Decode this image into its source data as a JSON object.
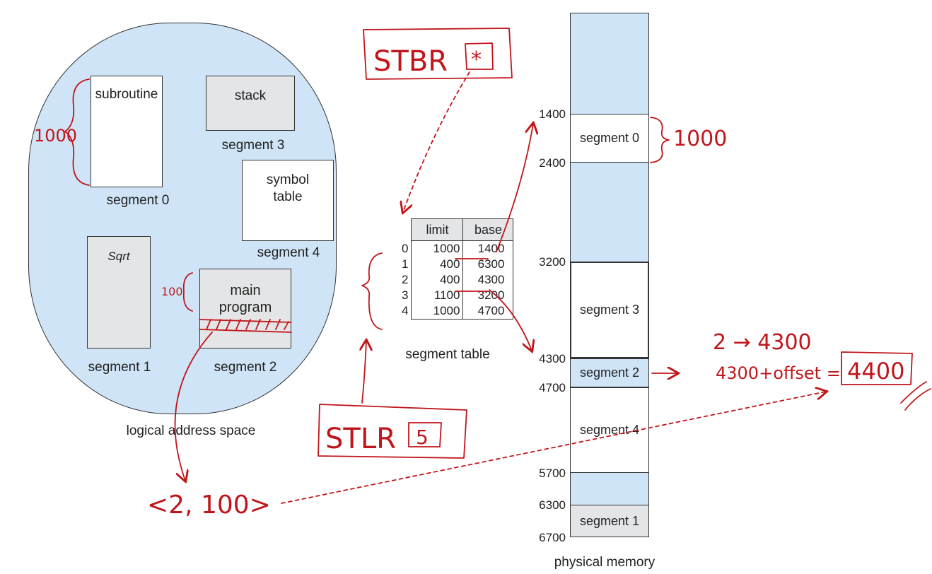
{
  "logical": {
    "caption": "logical address space",
    "segments": {
      "subroutine": {
        "name": "subroutine",
        "caption": "segment 0"
      },
      "stack": {
        "name": "stack",
        "caption": "segment 3"
      },
      "symbol_table": {
        "name": "symbol\ntable",
        "caption": "segment 4"
      },
      "sqrt": {
        "name": "Sqrt",
        "caption": "segment 1"
      },
      "main": {
        "name": "main\nprogram",
        "caption": "segment 2"
      }
    }
  },
  "segment_table": {
    "caption": "segment table",
    "headers": [
      "limit",
      "base"
    ],
    "rows": [
      {
        "index": "0",
        "limit": "1000",
        "base": "1400"
      },
      {
        "index": "1",
        "limit": "400",
        "base": "6300"
      },
      {
        "index": "2",
        "limit": "400",
        "base": "4300"
      },
      {
        "index": "3",
        "limit": "1100",
        "base": "3200"
      },
      {
        "index": "4",
        "limit": "1000",
        "base": "4700"
      }
    ]
  },
  "physical": {
    "caption": "physical memory",
    "addresses": [
      "1400",
      "2400",
      "3200",
      "4300",
      "4700",
      "5700",
      "6300",
      "6700"
    ],
    "segments": {
      "s0": "segment 0",
      "s3": "segment 3",
      "s2": "segment 2",
      "s4": "segment 4",
      "s1": "segment 1"
    }
  },
  "annotations": {
    "stbr": "STBR",
    "stbr_value": "*",
    "stlr": "STLR",
    "stlr_value": "5",
    "size_1000_left": "1000",
    "size_100": "100",
    "size_1000_right": "1000",
    "logical_address": "<2, 100>",
    "mapping": "2 → 4300",
    "computation": "4300+offset =",
    "result": "4400"
  },
  "colors": {
    "space_fill": "#cfe5f7",
    "segment_gray": "#e4e5e7",
    "ink": "#c0161b"
  }
}
